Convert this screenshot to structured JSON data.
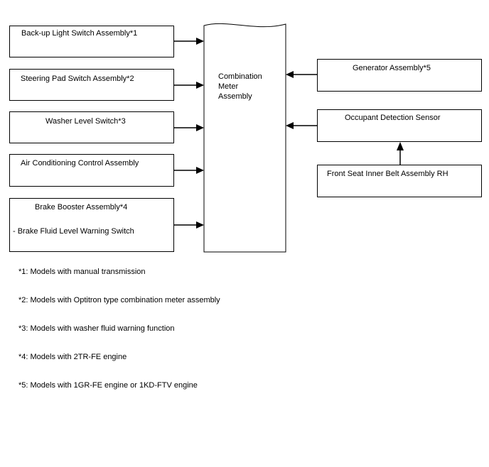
{
  "center": {
    "label_lines": [
      "Combination",
      "Meter",
      "Assembly"
    ]
  },
  "left_components": [
    {
      "label": "Back-up Light Switch Assembly*1"
    },
    {
      "label": "Steering Pad Switch Assembly*2"
    },
    {
      "label": "Washer Level Switch*3"
    },
    {
      "label": "Air Conditioning Control Assembly"
    },
    {
      "label": "Brake Booster Assembly*4",
      "sub_label": "- Brake Fluid Level Warning Switch"
    }
  ],
  "right_components": [
    {
      "label": "Generator Assembly*5"
    },
    {
      "label": "Occupant Detection Sensor"
    },
    {
      "label": "Front Seat Inner Belt Assembly RH"
    }
  ],
  "footnotes": [
    "*1: Models with manual transmission",
    "*2: Models with Optitron type combination meter assembly",
    "*3: Models with washer fluid warning function",
    "*4: Models with 2TR-FE engine",
    "*5: Models with 1GR-FE engine or 1KD-FTV engine"
  ]
}
